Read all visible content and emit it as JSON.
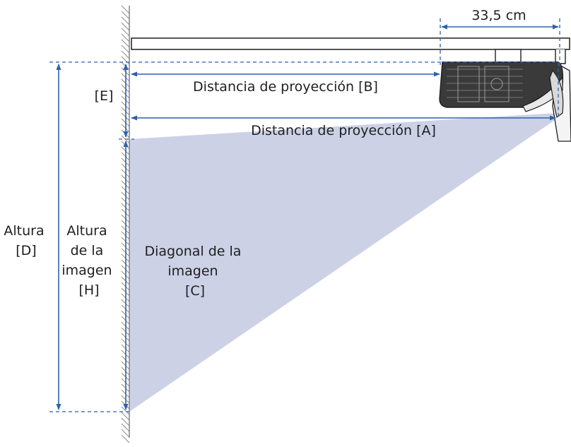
{
  "labels": {
    "width_dim": "33,5 cm",
    "throw_b": "Distancia de proyección [B]",
    "throw_a": "Distancia de proyección [A]",
    "offset_e": "[E]",
    "height_d": [
      "Altura",
      "[D]"
    ],
    "image_height_h": [
      "Altura",
      "de la",
      "imagen",
      "[H]"
    ],
    "diagonal_c": [
      "Diagonal de la",
      "imagen",
      "[C]"
    ]
  },
  "colors": {
    "dimension_line": "#2e62a8",
    "beam": "#ccd1e6",
    "wall_hatch": "#8a8a8a",
    "outline": "#1f1f1f"
  }
}
